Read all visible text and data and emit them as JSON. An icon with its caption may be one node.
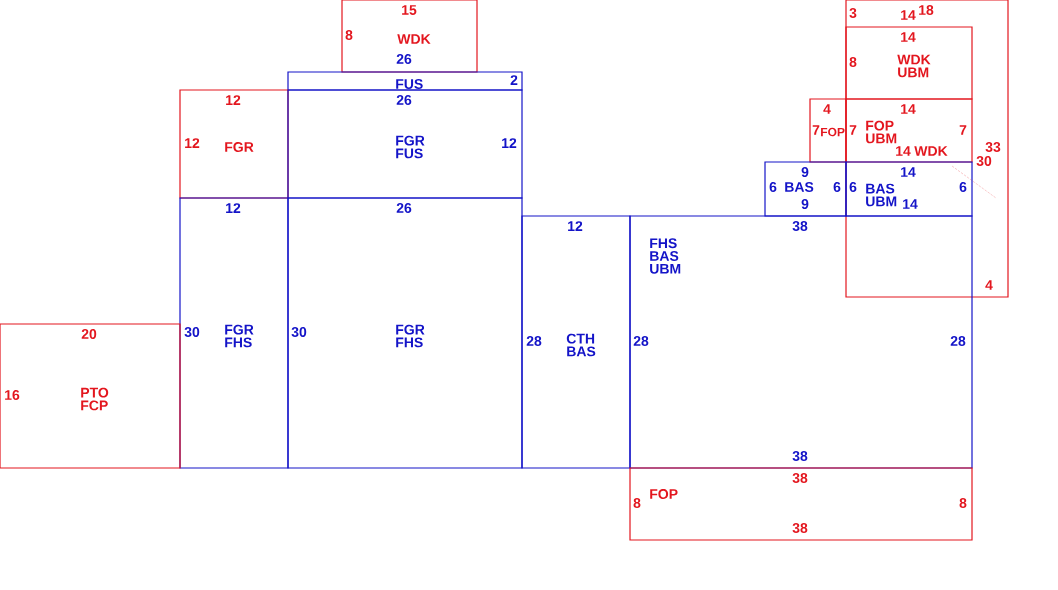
{
  "diagram": {
    "nodes": [
      {
        "text": [
          "WDK"
        ]
      },
      {
        "text": [
          "FUS"
        ]
      },
      {
        "text": [
          "FGR"
        ]
      },
      {
        "text": [
          "FGR FUS"
        ]
      },
      {
        "text": [],
        "shape": "box"
      },
      {
        "text": [
          "FOP"
        ]
      },
      {
        "text": [
          "WDK UBM"
        ],
        "in": 4
      },
      {
        "text": [
          "FOP UBM",
          "WDK"
        ],
        "in": 4
      },
      {
        "text": [
          "BAS"
        ]
      },
      {
        "text": [
          "BAS UBM"
        ],
        "in": 4
      },
      {
        "text": [
          "FGR FHS"
        ]
      },
      {
        "text": [
          "FGR FHS"
        ]
      },
      {
        "text": [
          "CTH BAS"
        ]
      },
      {
        "text": [
          "FHS BAS UBM"
        ]
      },
      {
        "text": [
          "PTO FCP"
        ]
      },
      {
        "text": [
          "FOP"
        ]
      }
    ],
    "labels": [
      "15",
      "3",
      "14",
      "18",
      "8",
      "14",
      "26",
      "8",
      "2",
      "12",
      "26",
      "4",
      "14",
      "7",
      "7",
      "7",
      "12",
      "12",
      "33",
      "14",
      "30",
      "9",
      "14",
      "6",
      "6",
      "6",
      "6",
      "9",
      "14",
      "12",
      "26",
      "12",
      "38",
      "4",
      "20",
      "30",
      "30",
      "28",
      "28",
      "28",
      "16",
      "38",
      "38",
      "8",
      "8",
      "38"
    ]
  }
}
